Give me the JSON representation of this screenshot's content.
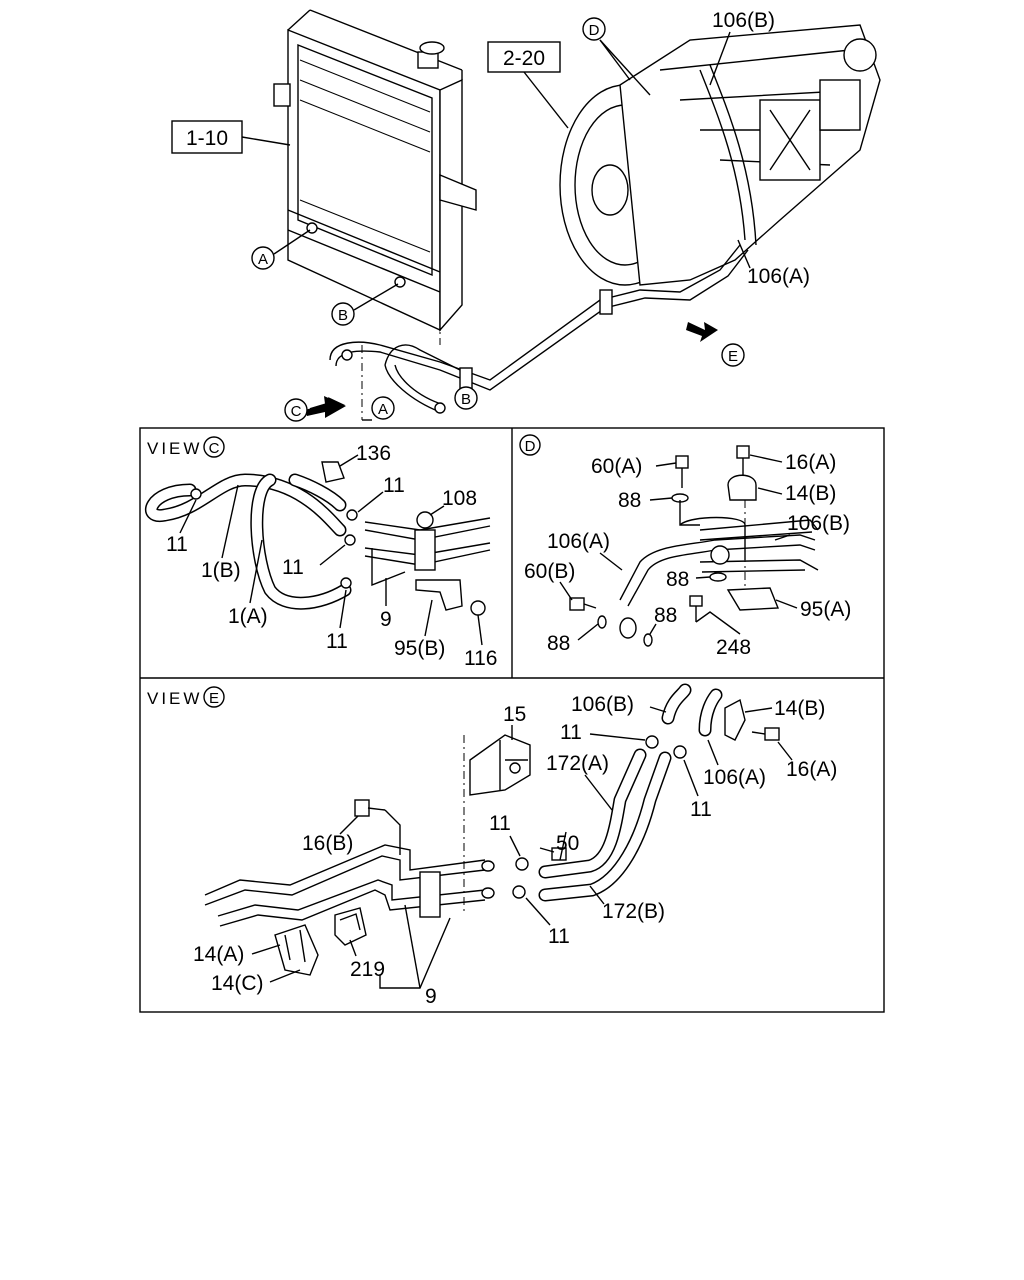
{
  "refs": {
    "radiator": "1-10",
    "transmission": "2-20"
  },
  "markers": {
    "A": "A",
    "B": "B",
    "C": "C",
    "D": "D",
    "E": "E"
  },
  "top": {
    "l_106b": "106(B)",
    "l_106a": "106(A)"
  },
  "view_c": {
    "title": "VIEW",
    "marker": "C",
    "labels": {
      "p136": "136",
      "p11a": "11",
      "p108": "108",
      "p11b": "11",
      "p1b": "1(B)",
      "p11c": "11",
      "p1a": "1(A)",
      "p11d": "11",
      "p9": "9",
      "p95b": "95(B)",
      "p116": "116"
    }
  },
  "view_d": {
    "marker": "D",
    "labels": {
      "p60a": "60(A)",
      "p16a": "16(A)",
      "p88a": "88",
      "p14b": "14(B)",
      "p106a": "106(A)",
      "p106b": "106(B)",
      "p60b": "60(B)",
      "p88b": "88",
      "p88c": "88",
      "p95a": "95(A)",
      "p88d": "88",
      "p248": "248"
    }
  },
  "view_e": {
    "title": "VIEW",
    "marker": "E",
    "labels": {
      "p15": "15",
      "p106b": "106(B)",
      "p14b": "14(B)",
      "p11a": "11",
      "p172a": "172(A)",
      "p106a": "106(A)",
      "p16a": "16(A)",
      "p11b": "11",
      "p16b": "16(B)",
      "p11c": "11",
      "p50": "50",
      "p172b": "172(B)",
      "p11d": "11",
      "p14a": "14(A)",
      "p219": "219",
      "p14c": "14(C)",
      "p9": "9"
    }
  }
}
